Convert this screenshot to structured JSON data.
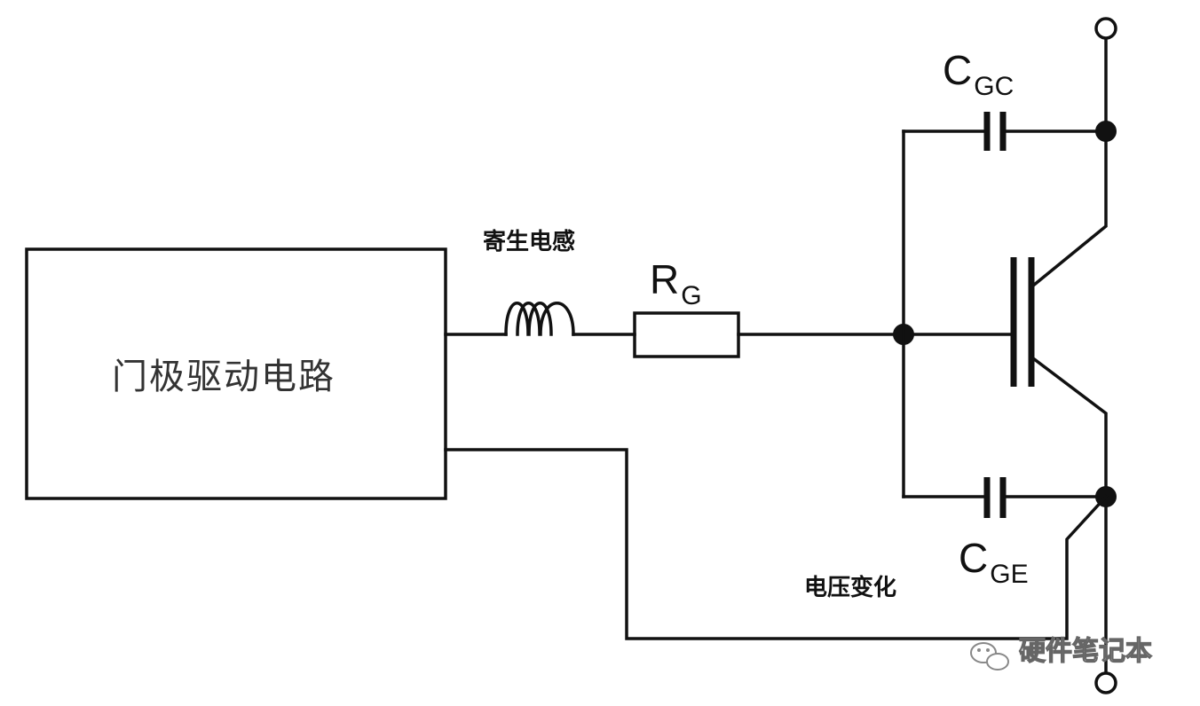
{
  "diagram": {
    "gate_driver_label": "门极驱动电路",
    "parasitic_inductance_label": "寄生电感",
    "gate_resistor": {
      "main": "R",
      "sub": "G"
    },
    "cap_gc": {
      "main": "C",
      "sub": "GC"
    },
    "cap_ge": {
      "main": "C",
      "sub": "GE"
    },
    "voltage_change_label": "电压变化",
    "watermark": "硬件笔记本"
  }
}
